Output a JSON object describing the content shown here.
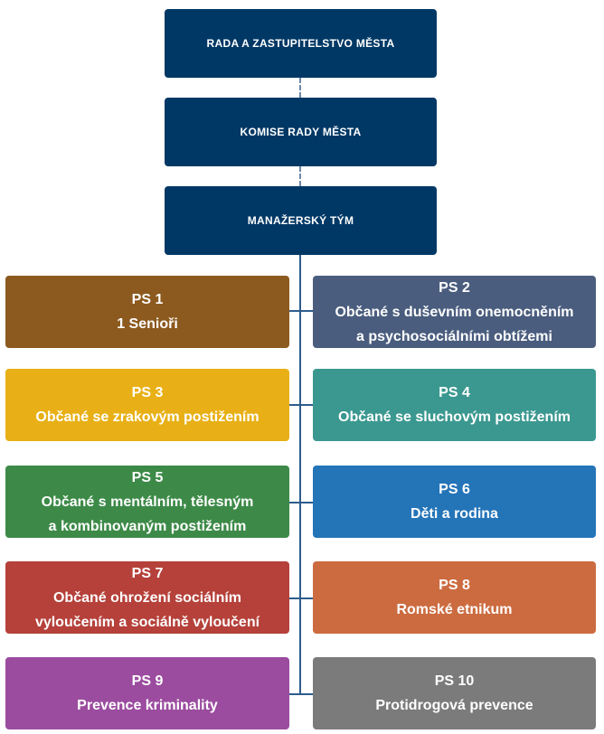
{
  "top": [
    {
      "label": "RADA  A ZASTUPITELSTVO  MĚSTA"
    },
    {
      "label": "KOMISE  RADY MĚSTA"
    },
    {
      "label": "MANAŽERSKÝ  TÝM"
    }
  ],
  "groups": [
    {
      "code": "PS 1",
      "lines": [
        "1 Senioři"
      ],
      "color": "#8c5a1e"
    },
    {
      "code": "PS 2",
      "lines": [
        "Občané s duševním onemocněním",
        "a psychosociálními obtížemi"
      ],
      "color": "#4a5d7e"
    },
    {
      "code": "PS 3",
      "lines": [
        "Občané se zrakovým postižením"
      ],
      "color": "#e8b016"
    },
    {
      "code": "PS 4",
      "lines": [
        "Občané se sluchovým postižením"
      ],
      "color": "#3b9890"
    },
    {
      "code": "PS 5",
      "lines": [
        "Občané s mentálním, tělesným",
        "a kombinovaným postižením"
      ],
      "color": "#3d8a48"
    },
    {
      "code": "PS 6",
      "lines": [
        "Děti a rodina"
      ],
      "color": "#2474b8"
    },
    {
      "code": "PS 7",
      "lines": [
        "Občané ohrožení sociálním",
        "vyloučením a sociálně vyloučení"
      ],
      "color": "#b5413a"
    },
    {
      "code": "PS 8",
      "lines": [
        "Romské etnikum"
      ],
      "color": "#cc6b40"
    },
    {
      "code": "PS 9",
      "lines": [
        "Prevence kriminality"
      ],
      "color": "#9b4c9f"
    },
    {
      "code": "PS 10",
      "lines": [
        "Protidrogová prevence"
      ],
      "color": "#7b7b7b"
    }
  ]
}
